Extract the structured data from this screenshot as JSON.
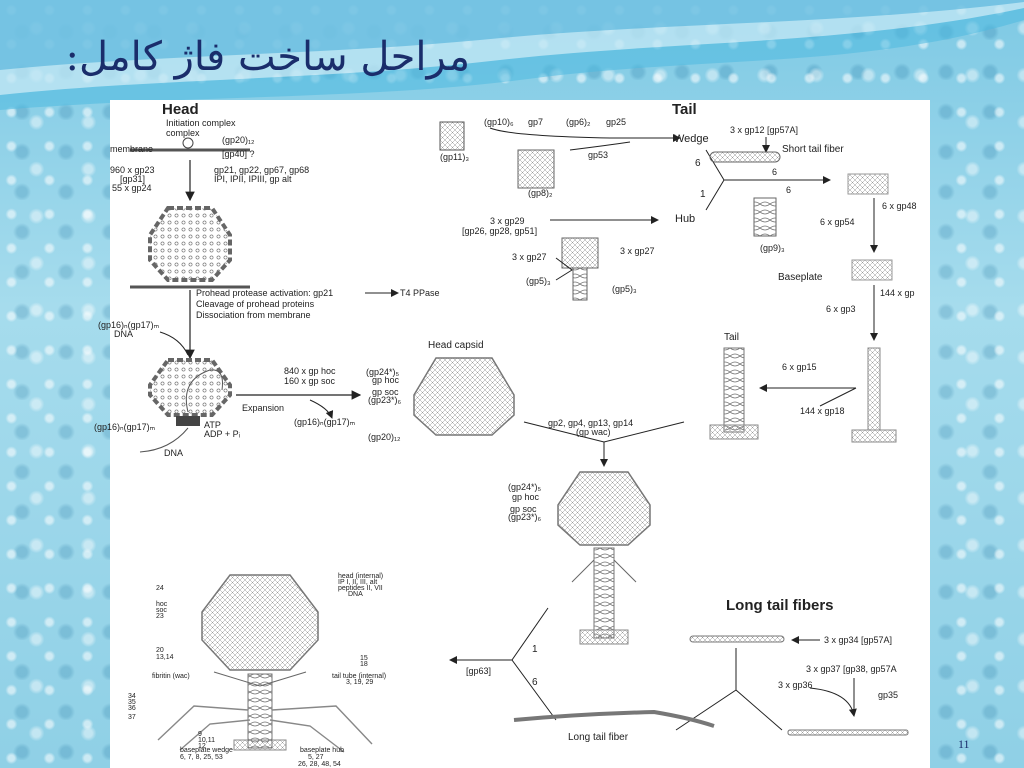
{
  "slide": {
    "title": "مراحل ساخت فاژ کامل:",
    "page_number": "11",
    "accent": "#1a2d6b",
    "background": "#8fd0e6"
  },
  "diagram": {
    "head": {
      "heading": "Head",
      "initiation_complex": "Initiation complex",
      "membrane": "membrane",
      "gp20_12": "(gp20)₁₂",
      "gp40": "[gp40] ?",
      "step1_left": [
        "960 x gp23",
        "[gp31]",
        "55 x gp24"
      ],
      "step1_right": [
        "gp21, gp22, gp67, gp68",
        "IPI, IPII, IPIII, gp alt"
      ],
      "prohead_steps": [
        "Prohead protease activation: gp21",
        "Cleavage of prohead proteins",
        "Dissociation from membrane"
      ],
      "t4_ppase": "T4 PPase",
      "gp16_gp17_dna": "(gp16)ₙ(gp17)ₘ",
      "dna_label": "DNA",
      "atp": "ATP",
      "adp": "ADP + Pᵢ",
      "dna_bottom": "DNA",
      "gp16_17_left": "(gp16)ₙ(gp17)ₘ",
      "hoc_soc": [
        "840 x gp hoc",
        "160 x gp soc"
      ],
      "expansion": "Expansion",
      "gp16_17_release": "(gp16)ₙ(gp17)ₘ",
      "head_capsid": "Head capsid",
      "capsid_labels": [
        "(gp24*)₅",
        "gp hoc",
        "gp soc",
        "(gp23*)₆"
      ],
      "capsid_gp20": "(gp20)₁₂"
    },
    "tail": {
      "heading": "Tail",
      "top_inputs": [
        "(gp10)₆",
        "gp7",
        "(gp6)₂",
        "gp25"
      ],
      "gp11": "(gp11)₃",
      "gp8": "(gp8)₂",
      "gp53": "gp53",
      "wedge": "Wedge",
      "n6": "6",
      "n1": "1",
      "hub": "Hub",
      "hub_inputs": [
        "3 x gp29",
        "[gp26, gp28, gp51]"
      ],
      "gp27_left": "3 x gp27",
      "gp27_right": "3 x gp27",
      "gp5_left": "(gp5)₃",
      "gp5_right": "(gp5)₃",
      "gp12": "3 x gp12 [gp57A]",
      "short_tail_fiber": "Short tail fiber",
      "six_a": "6",
      "six_b": "6",
      "gp9": "(gp9)₃",
      "gp48": "6 x gp48",
      "gp54": "6 x gp54",
      "baseplate": "Baseplate",
      "gp19": "144  x gp",
      "gp3": "6  x gp3",
      "tail_label": "Tail",
      "gp15": "6  x gp15",
      "gp18": "144  x gp18"
    },
    "assembly": {
      "join_inputs": [
        "gp2, gp4, gp13, gp14",
        "(gp wac)"
      ],
      "phage_labels": [
        "(gp24*)₅",
        "gp hoc",
        "gp soc",
        "(gp23*)₆"
      ],
      "branch_1": "1",
      "branch_6": "6",
      "gp63": "[gp63]"
    },
    "long_fibers": {
      "heading": "Long tail fibers",
      "gp34": "3 x gp34 [gp57A]",
      "gp37": "3 x gp37 [gp38, gp57A",
      "gp36": "3 x gp36",
      "gp35": "gp35",
      "long_tail_fiber": "Long tail fiber"
    },
    "final_phage": {
      "left_labels": [
        "24",
        "hoc",
        "soc",
        "23",
        "20",
        "13,14",
        "fibritin (wac)",
        "34",
        "35",
        "36",
        "37",
        "9",
        "10,11",
        "12"
      ],
      "right_labels": [
        "head (internal)",
        "IP I, II, III, alt",
        "peptides II, VII",
        "DNA",
        "15",
        "18",
        "tail tube (internal)",
        "3, 19, 29"
      ],
      "bottom_left": [
        "baseplate wedge",
        "6, 7, 8, 25, 53"
      ],
      "bottom_right": [
        "baseplate hub",
        "5, 27",
        "26, 28, 48, 54"
      ]
    }
  }
}
